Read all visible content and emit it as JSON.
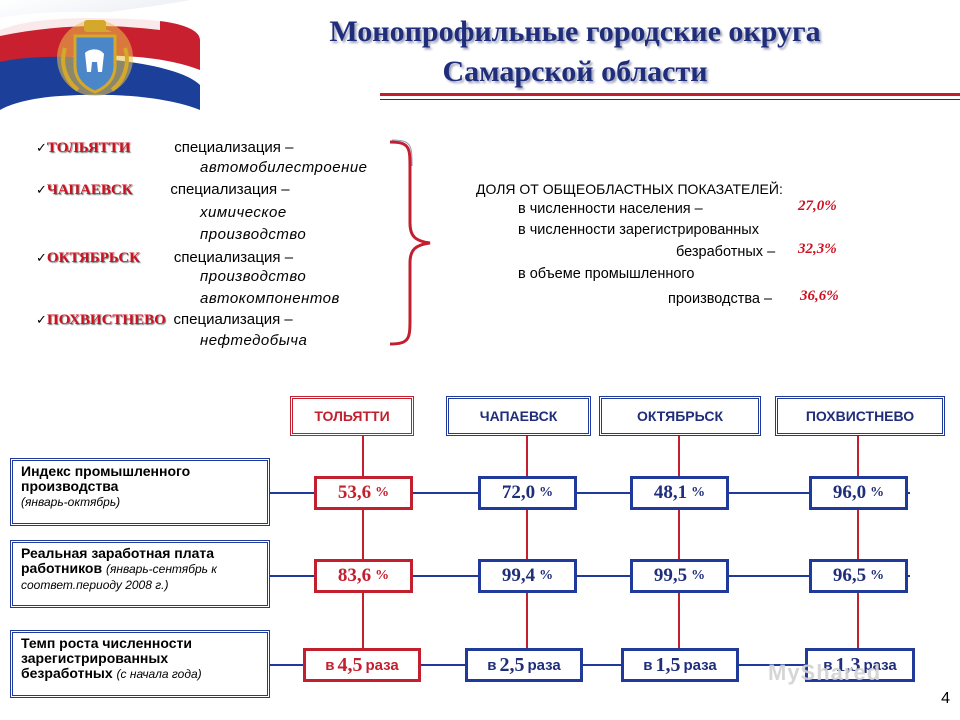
{
  "header": {
    "title_line1": "Монопрофильные городские округа",
    "title_line2": "Самарской области"
  },
  "cities_list": [
    {
      "name": "ТОЛЬЯТТИ",
      "spec_label": "специализация –",
      "spec_lines": [
        "автомобилестроение"
      ]
    },
    {
      "name": "ЧАПАЕВСК",
      "spec_label": "специализация –",
      "spec_lines": [
        "химическое",
        "производство"
      ]
    },
    {
      "name": "ОКТЯБРЬСК",
      "spec_label": "специализация –",
      "spec_lines": [
        "производство",
        "автокомпонентов"
      ]
    },
    {
      "name": "ПОХВИСТНЕВО",
      "spec_label": "специализация –",
      "spec_lines": [
        "нефтедобыча"
      ]
    }
  ],
  "shares": {
    "heading": "ДОЛЯ ОТ ОБЩЕОБЛАСТНЫХ ПОКАЗАТЕЛЕЙ:",
    "population_label": "в численности населения –",
    "population_value": "27,0%",
    "unemployed_label1": "в численности зарегистрированных",
    "unemployed_label2": "безработных –",
    "unemployed_value": "32,3%",
    "industry_label1": "в объеме промышленного",
    "industry_label2": "производства –",
    "industry_value": "36,6%"
  },
  "table": {
    "columns": [
      "ТОЛЬЯТТИ",
      "ЧАПАЕВСК",
      "ОКТЯБРЬСК",
      "ПОХВИСТНЕВО"
    ],
    "rows": [
      {
        "label_main": "Индекс промышленного производства",
        "label_note": "(январь-октябрь)",
        "values": [
          "53,6",
          "72,0",
          "48,1",
          "96,0"
        ],
        "unit": "%"
      },
      {
        "label_main": "Реальная заработная плата работников",
        "label_note": "(январь-сентябрь к соответ.периоду 2008 г.)",
        "values": [
          "99,4",
          "99,5",
          "96,5"
        ],
        "first_value": "83,6",
        "unit": "%"
      },
      {
        "label_main": "Темп роста численности зарегистрированных безработных",
        "label_note": "(с начала года)",
        "prefix": "в",
        "suffix": "раза",
        "values": [
          "4,5",
          "2,5",
          "1,5",
          "1,3"
        ]
      }
    ]
  },
  "watermark": "MyShared",
  "page_number": "4",
  "colors": {
    "red": "#c2202f",
    "blue": "#1f3a9a",
    "title": "#1f2d7a"
  }
}
